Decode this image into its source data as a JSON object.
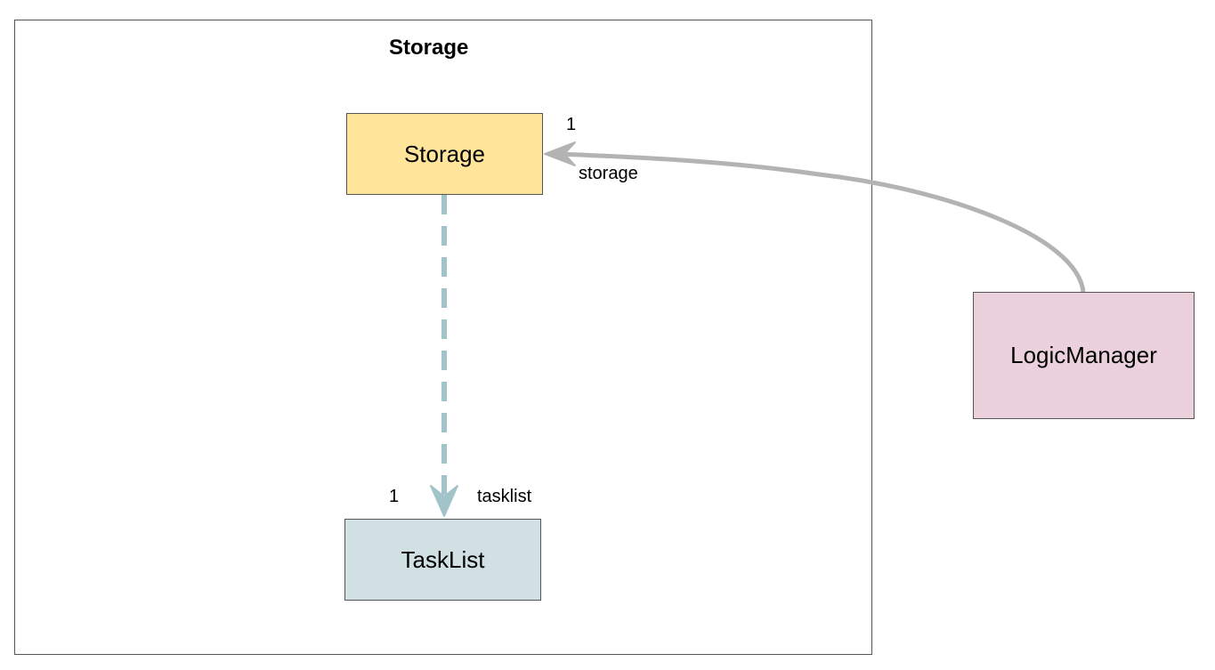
{
  "package": {
    "title": "Storage"
  },
  "classes": {
    "storage": "Storage",
    "tasklist": "TaskList",
    "logic_manager": "LogicManager"
  },
  "associations": {
    "logic_to_storage": {
      "role": "storage",
      "multiplicity": "1"
    },
    "storage_to_tasklist": {
      "role": "tasklist",
      "multiplicity": "1"
    }
  },
  "colors": {
    "storage_fill": "#ffe599",
    "tasklist_fill": "#d0e0e3",
    "logic_manager_fill": "#ead1dc",
    "solid_arrow": "#b3b3b3",
    "dashed_arrow": "#a2c4c9"
  }
}
